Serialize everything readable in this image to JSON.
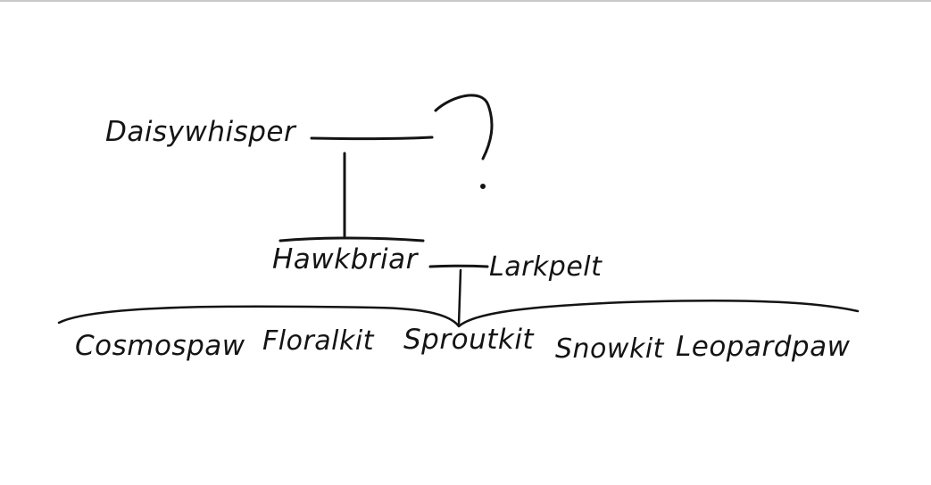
{
  "tree": {
    "unknown_mark": "?",
    "ancestor": "Daisywhisper",
    "parent_left": "Hawkbriar",
    "parent_right": "Larkpelt",
    "children": [
      "Cosmospaw",
      "Floralkit",
      "Sproutkit",
      "Snowkit",
      "Leopardpaw"
    ]
  }
}
